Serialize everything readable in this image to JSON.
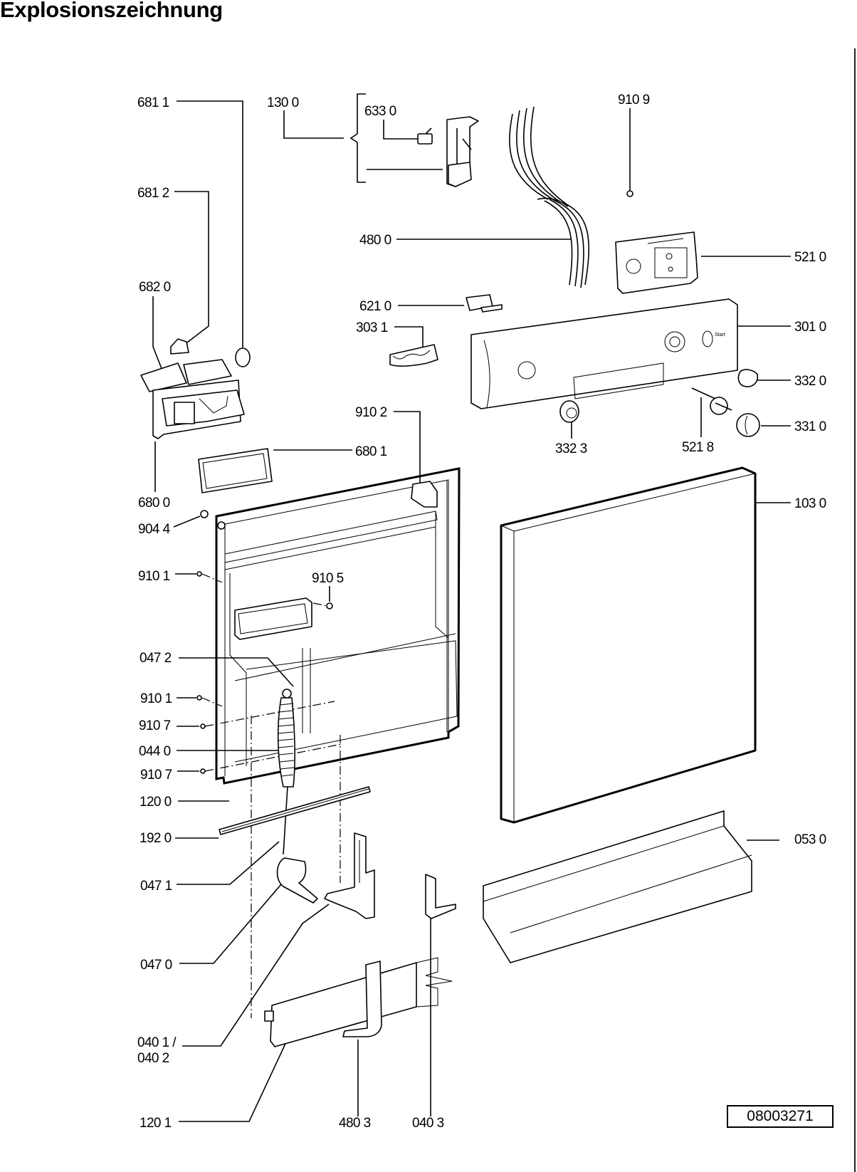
{
  "title": "Explosionszeichnung",
  "reference_number": "08003271",
  "diagram_type": "exploded parts view",
  "part_labels": {
    "p6811": "681 1",
    "p1300": "130 0",
    "p6330": "633 0",
    "p9109": "910 9",
    "p6812": "681 2",
    "p4800": "480 0",
    "p5210": "521 0",
    "p6820": "682 0",
    "p6210": "621 0",
    "p3031": "303 1",
    "p3010": "301 0",
    "p3320": "332 0",
    "p9102": "910 2",
    "p3323": "332 3",
    "p5218": "521 8",
    "p3310": "331 0",
    "p6801": "680 1",
    "p6800": "680 0",
    "p1030": "103 0",
    "p9044": "904 4",
    "p9101a": "910 1",
    "p9105": "910 5",
    "p0472": "047 2",
    "p9101b": "910 1",
    "p9107a": "910 7",
    "p0440": "044 0",
    "p9107b": "910 7",
    "p1200": "120 0",
    "p1920": "192 0",
    "p0530": "053 0",
    "p0471": "047 1",
    "p0470": "047 0",
    "p0401": "040 1 /",
    "p0402": "040 2",
    "p1201": "120 1",
    "p4803": "480 3",
    "p0403": "040 3"
  },
  "panel_text": {
    "start_button": "Start"
  }
}
